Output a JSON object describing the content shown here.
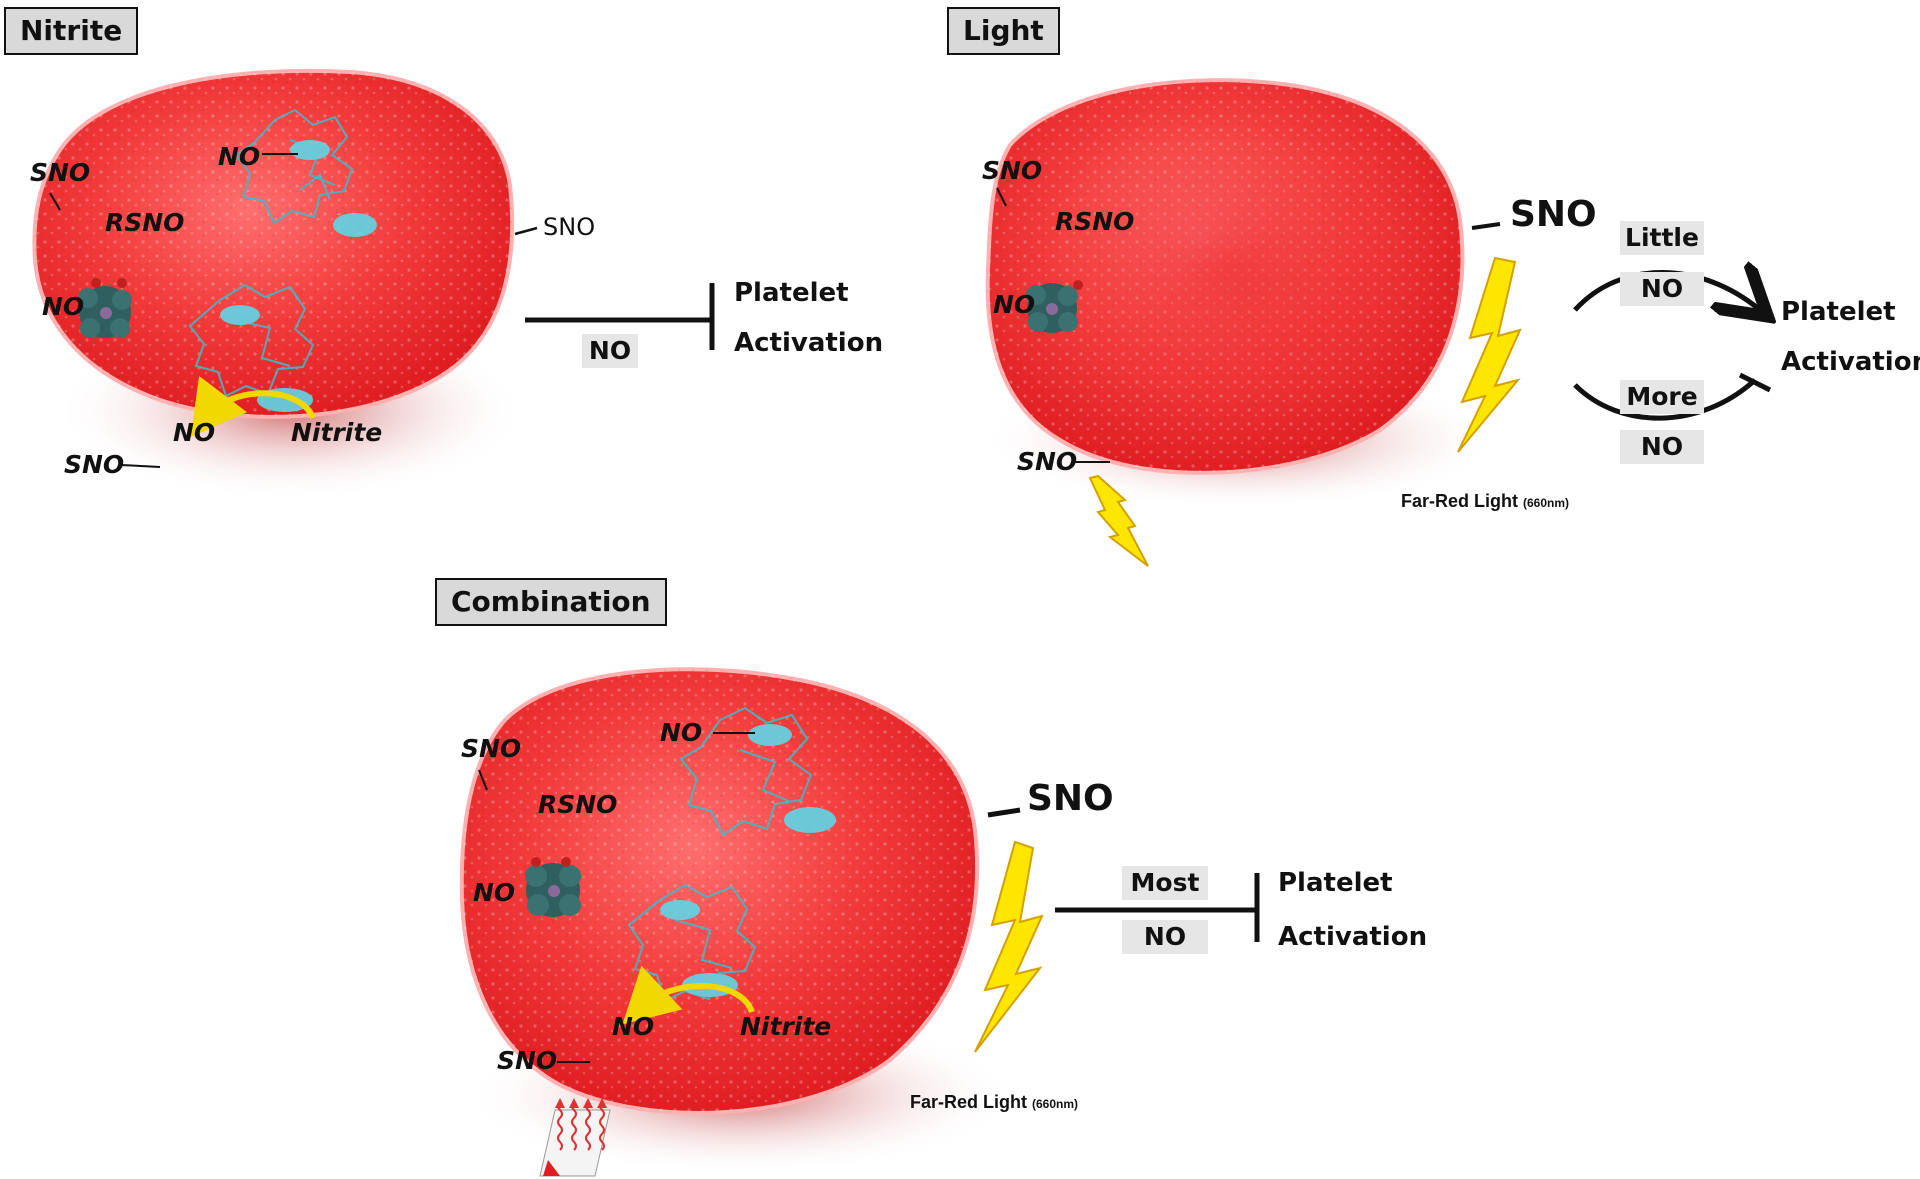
{
  "panels": {
    "nitrite": {
      "title": "Nitrite",
      "labels": {
        "sno_tl": "SNO",
        "rsno": "RSNO",
        "no_protein": "NO",
        "no_heme": "NO",
        "no_arrow": "NO",
        "nitrite": "Nitrite",
        "sno_bl": "SNO",
        "sno_right": "SNO"
      },
      "pathway": {
        "mediator": "NO",
        "target_line1": "Platelet",
        "target_line2": "Activation"
      }
    },
    "light": {
      "title": "Light",
      "labels": {
        "sno_tl": "SNO",
        "rsno": "RSNO",
        "no_heme": "NO",
        "sno_bl": "SNO",
        "sno_right": "SNO"
      },
      "light_caption": {
        "main": "Far-Red Light",
        "wavelength": "(660nm)"
      },
      "pathway": {
        "upper_amount": "Little",
        "upper_mediator": "NO",
        "lower_amount": "More",
        "lower_mediator": "NO",
        "target_line1": "Platelet",
        "target_line2": "Activation"
      }
    },
    "combination": {
      "title": "Combination",
      "labels": {
        "sno_tl": "SNO",
        "rsno": "RSNO",
        "no_protein": "NO",
        "no_heme": "NO",
        "no_arrow": "NO",
        "nitrite": "Nitrite",
        "sno_bl": "SNO",
        "sno_right": "SNO"
      },
      "light_caption": {
        "main": "Far-Red Light",
        "wavelength": "(660nm)"
      },
      "pathway": {
        "amount": "Most",
        "mediator": "NO",
        "target_line1": "Platelet",
        "target_line2": "Activation"
      }
    }
  },
  "colors": {
    "cell": "#e8262a",
    "cell_light": "#ff7a7a",
    "protein": "#5fd6e6",
    "heme": "#2f5f5f",
    "bolt": "#ffe600",
    "bolt_edge": "#d4a000"
  }
}
